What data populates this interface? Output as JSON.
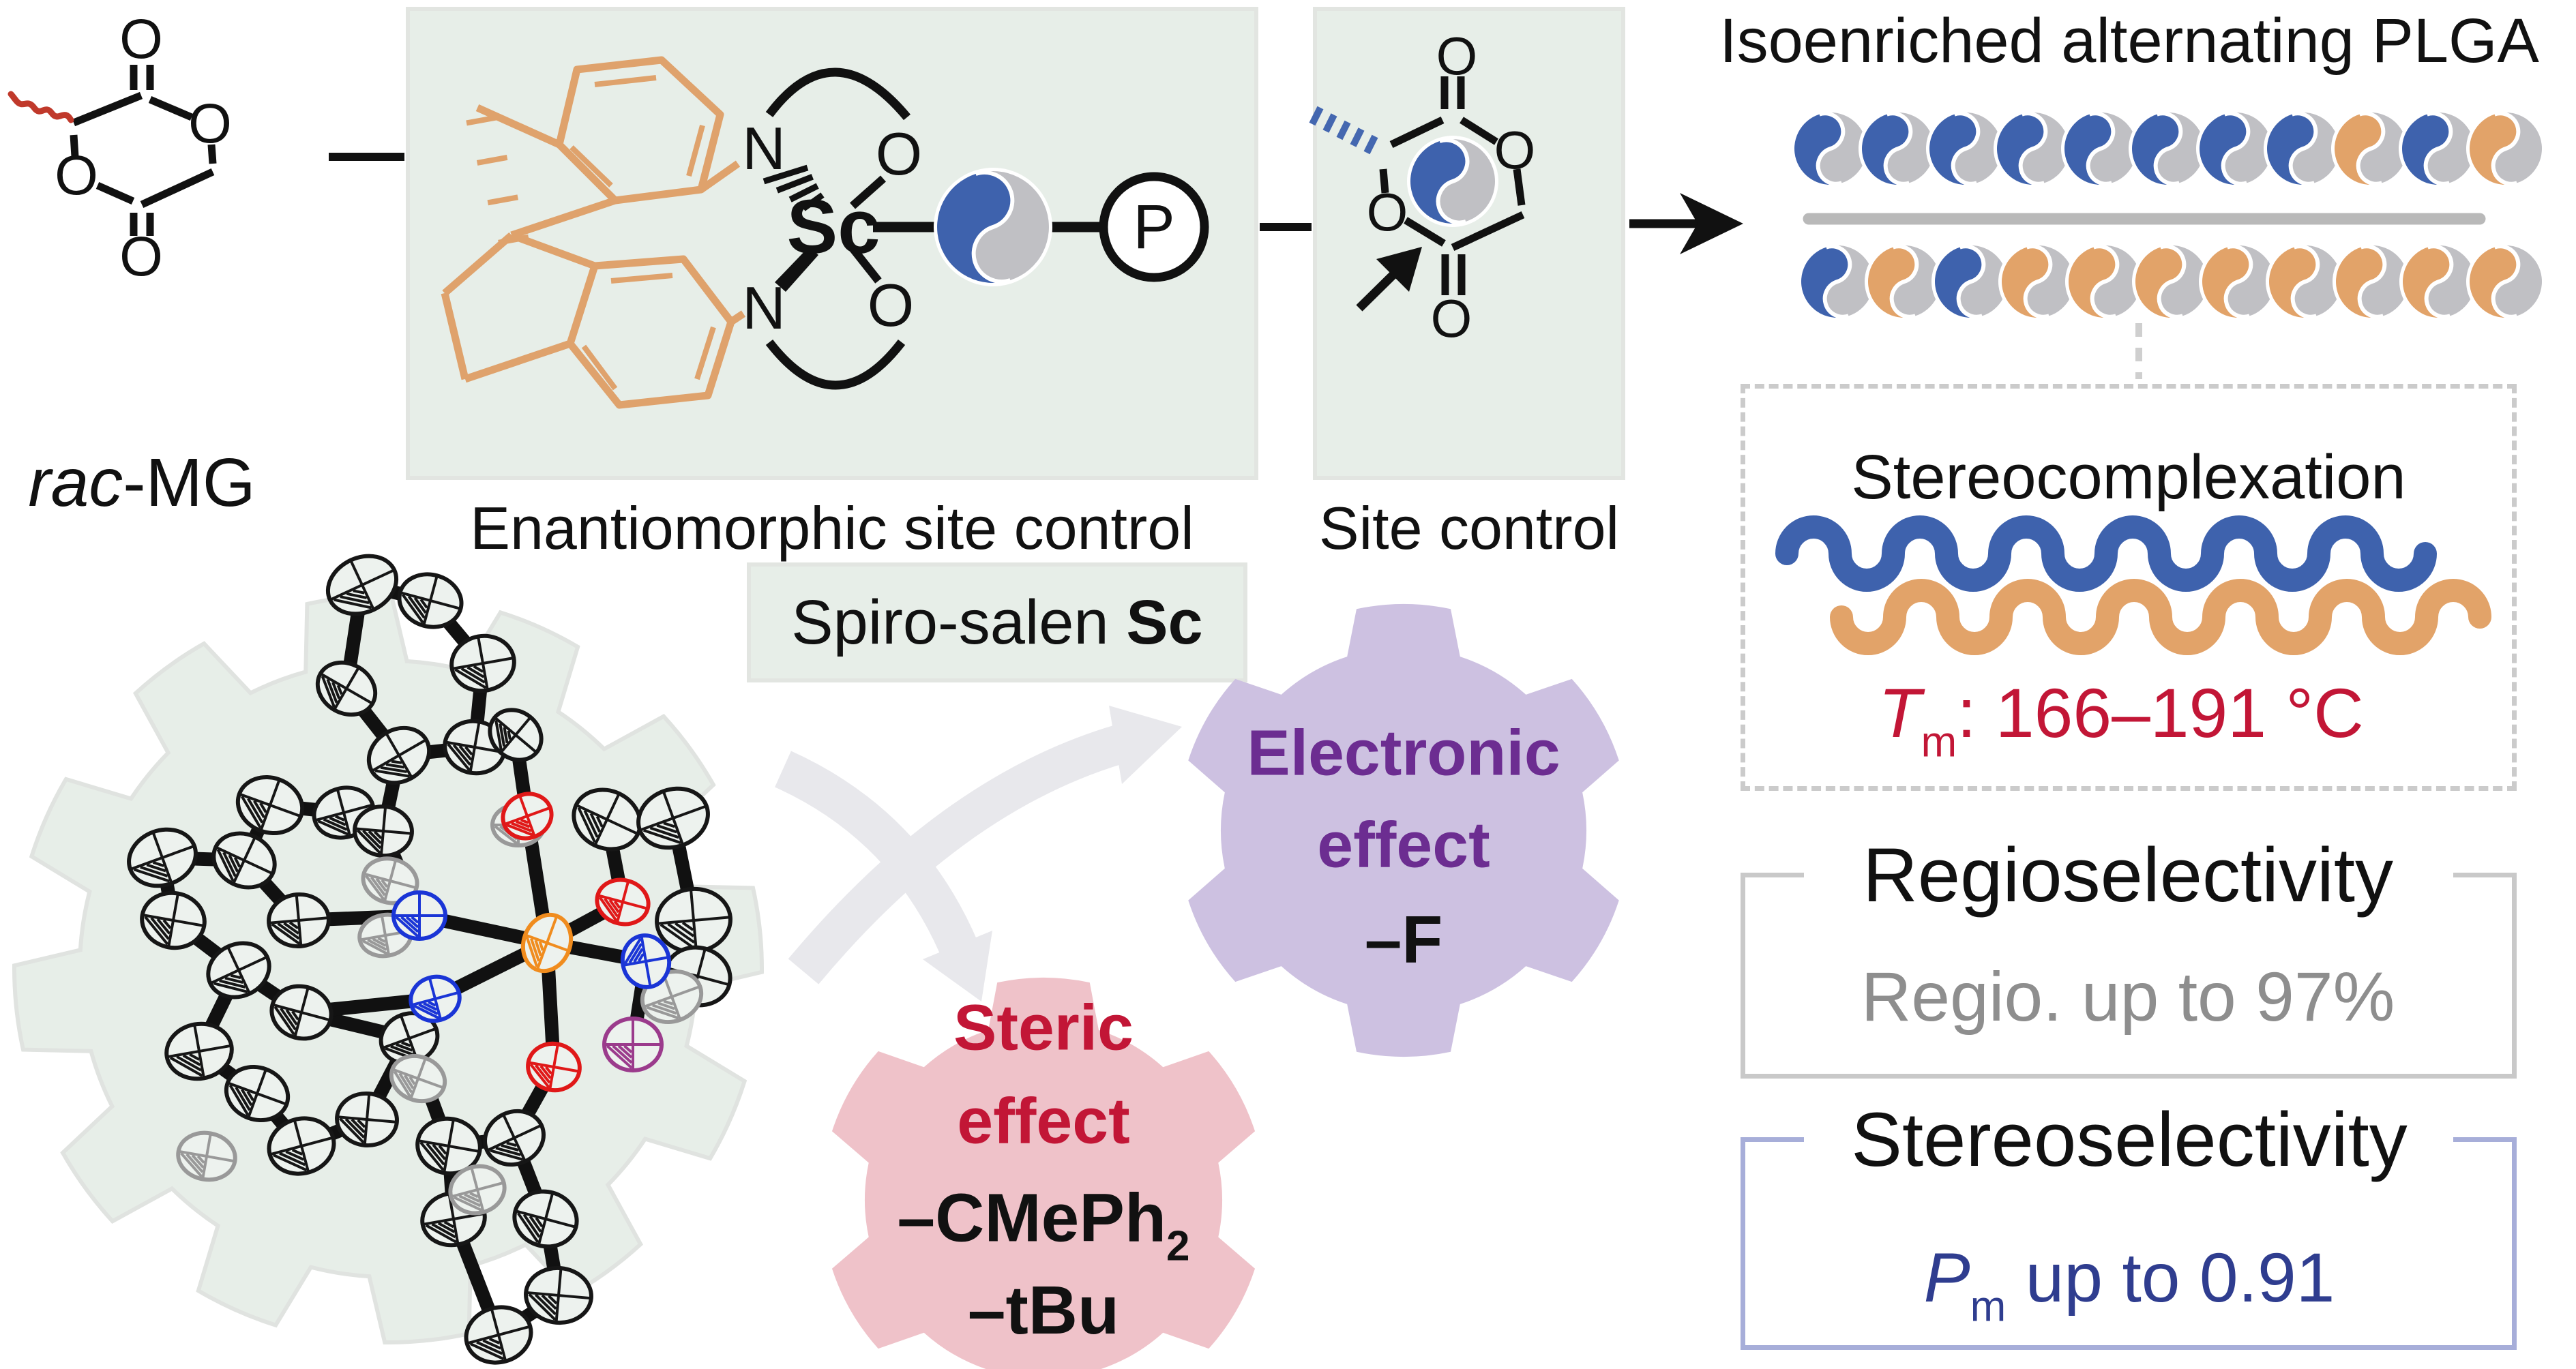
{
  "reaction": {
    "monomer": {
      "label_italic": "rac",
      "label_rest": "-MG",
      "atom_o": "O"
    },
    "enantio_box": {
      "caption": "Enantiomorphic site control",
      "atoms": {
        "n": "N",
        "o": "O",
        "sc": "Sc",
        "p": "P"
      }
    },
    "site_box": {
      "caption": "Site control",
      "atom_o": "O"
    },
    "catalyst_tag": {
      "prefix": "Spiro-salen ",
      "bold": "Sc"
    }
  },
  "plga": {
    "title": "Isoenriched alternating PLGA",
    "row1": [
      "blue",
      "blue",
      "blue",
      "blue",
      "blue",
      "blue",
      "blue",
      "blue",
      "orange",
      "blue",
      "orange"
    ],
    "row2": [
      "blue",
      "orange",
      "blue",
      "orange",
      "orange",
      "orange",
      "orange",
      "orange",
      "orange",
      "orange",
      "orange"
    ]
  },
  "stereocomplexation": {
    "title": "Stereocomplexation",
    "tm_symbol": "T",
    "tm_sub": "m",
    "tm_rest": ": 166–191 °C"
  },
  "regioselectivity": {
    "title": "Regioselectivity",
    "value": "Regio. up to 97%"
  },
  "stereoselectivity": {
    "title": "Stereoselectivity",
    "p_symbol": "P",
    "p_sub": "m",
    "value_rest": " up to 0.91"
  },
  "gears": {
    "electronic": {
      "line1": "Electronic",
      "line2": "effect",
      "substituent": "–F"
    },
    "steric": {
      "line1": "Steric",
      "line2": "effect",
      "substituent1_main": "–CMePh",
      "substituent1_sub": "2",
      "substituent2": "–tBu"
    }
  },
  "colors": {
    "green_panel": "#E7EEE8",
    "panel_border": "#E2E5E1",
    "spiro_orange": "#DFA26C",
    "bead_blue": "#3E62AD",
    "bead_orange": "#E2A369",
    "bead_gray": "#C0C0C4",
    "wave_blue": "#3E62AD",
    "wave_orange": "#E2A369",
    "squiggle_red": "#C0392B",
    "crimson": "#C21636",
    "purple_text": "#6C2D91",
    "purple_gear": "#CDC1E1",
    "pink_gear": "#EFC2C9",
    "blue_dash": "#4467B0",
    "dark_blue": "#2F3D8F",
    "frame_gray": "#C9C9C9",
    "frame_periwinkle": "#A7AED9",
    "gray_text": "#8E8E8E",
    "divider_gray": "#B9B9B9",
    "arrow_gray": "#E8E8EC",
    "black": "#111111",
    "ortep_red": "#E01818",
    "ortep_blue": "#1A35D6",
    "ortep_orange": "#F08C1E",
    "ortep_purple": "#9B3B8C",
    "ortep_carbon": "#161616",
    "ortep_gray": "#999999",
    "ortep_bg": "#EDF2EE"
  }
}
